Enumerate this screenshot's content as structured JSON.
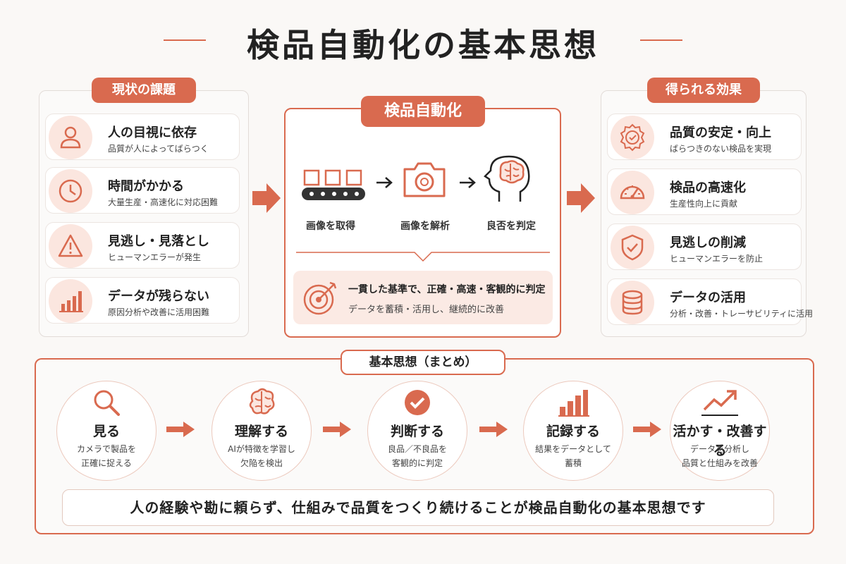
{
  "title": "検品自動化の基本思想",
  "left": {
    "header": "現状の課題",
    "items": [
      {
        "title": "人の目視に依存",
        "desc": "品質が人によってばらつく",
        "icon": "person-icon"
      },
      {
        "title": "時間がかかる",
        "desc": "大量生産・高速化に対応困難",
        "icon": "clock-icon"
      },
      {
        "title": "見逃し・見落とし",
        "desc": "ヒューマンエラーが発生",
        "icon": "warning-icon"
      },
      {
        "title": "データが残らない",
        "desc": "原因分析や改善に活用困難",
        "icon": "bar-chart-icon"
      }
    ]
  },
  "center": {
    "header": "検品自動化",
    "steps": [
      {
        "label": "画像を取得",
        "icon": "conveyor-icon"
      },
      {
        "label": "画像を解析",
        "icon": "camera-icon"
      },
      {
        "label": "良否を判定",
        "icon": "brain-head-icon"
      }
    ],
    "summary_title": "一貫した基準で、正確・高速・客観的に判定",
    "summary_desc": "データを蓄積・活用し、継続的に改善"
  },
  "right": {
    "header": "得られる効果",
    "items": [
      {
        "title": "品質の安定・向上",
        "desc": "ばらつきのない検品を実現",
        "icon": "award-badge-icon"
      },
      {
        "title": "検品の高速化",
        "desc": "生産性向上に貢献",
        "icon": "speedometer-icon"
      },
      {
        "title": "見逃しの削減",
        "desc": "ヒューマンエラーを防止",
        "icon": "shield-check-icon"
      },
      {
        "title": "データの活用",
        "desc": "分析・改善・トレーサビリティに活用",
        "icon": "database-icon"
      }
    ]
  },
  "bottom": {
    "header": "基本思想（まとめ）",
    "steps": [
      {
        "title": "見る",
        "desc1": "カメラで製品を",
        "desc2": "正確に捉える",
        "icon": "magnifier-icon"
      },
      {
        "title": "理解する",
        "desc1": "AIが特徴を学習し",
        "desc2": "欠陥を検出",
        "icon": "brain-icon"
      },
      {
        "title": "判断する",
        "desc1": "良品／不良品を",
        "desc2": "客観的に判定",
        "icon": "check-circle-icon"
      },
      {
        "title": "記録する",
        "desc1": "結果をデータとして",
        "desc2": "蓄積",
        "icon": "bar-chart-icon"
      },
      {
        "title": "活かす・改善する",
        "desc1": "データを分析し",
        "desc2": "品質と仕組みを改善",
        "icon": "trend-up-icon"
      }
    ],
    "conclusion": "人の経験や勘に頼らず、仕組みで品質をつくり続けることが検品自動化の基本思想です"
  },
  "colors": {
    "accent": "#d96a4f",
    "accent_light": "#fbe6df",
    "background": "#faf8f6"
  }
}
